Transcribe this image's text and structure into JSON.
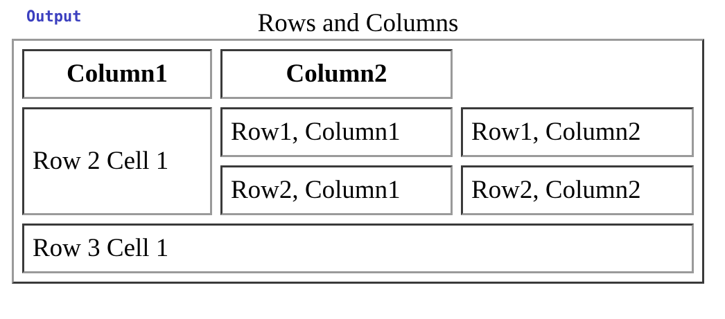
{
  "output_label": "Output",
  "table": {
    "caption": "Rows and Columns",
    "headers": [
      "Column1",
      "Column2"
    ],
    "row2_cell1": "Row 2 Cell 1",
    "row1_col1": "Row1, Column1",
    "row1_col2": "Row1, Column2",
    "row2_col1": "Row2, Column1",
    "row2_col2": "Row2, Column2",
    "row3_cell1": "Row 3 Cell 1"
  }
}
